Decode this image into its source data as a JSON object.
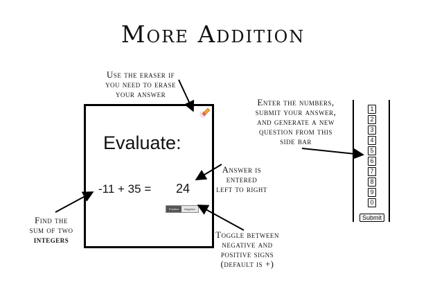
{
  "title": "More Addition",
  "notes": {
    "eraser": [
      "Use the eraser if",
      "you need to erase",
      "your answer"
    ],
    "sidebar": [
      "Enter the numbers,",
      "submit your answer,",
      "and generate a new",
      "question from this",
      "side bar"
    ],
    "answer": [
      "Answer is",
      "entered",
      "left to right"
    ],
    "find": [
      "Find the",
      "sum of two",
      "integers"
    ],
    "toggle": [
      "Toggle between",
      "negative and",
      "positive signs",
      "(default is +)"
    ]
  },
  "panel": {
    "heading": "Evaluate:",
    "problem": "-11 + 35 =",
    "answer": "24",
    "toggle_positive": "Positive",
    "toggle_negative": "Negative"
  },
  "sidebar": {
    "numbers": [
      "1",
      "2",
      "3",
      "4",
      "5",
      "6",
      "7",
      "8",
      "9",
      "0"
    ],
    "submit": "Submit"
  }
}
